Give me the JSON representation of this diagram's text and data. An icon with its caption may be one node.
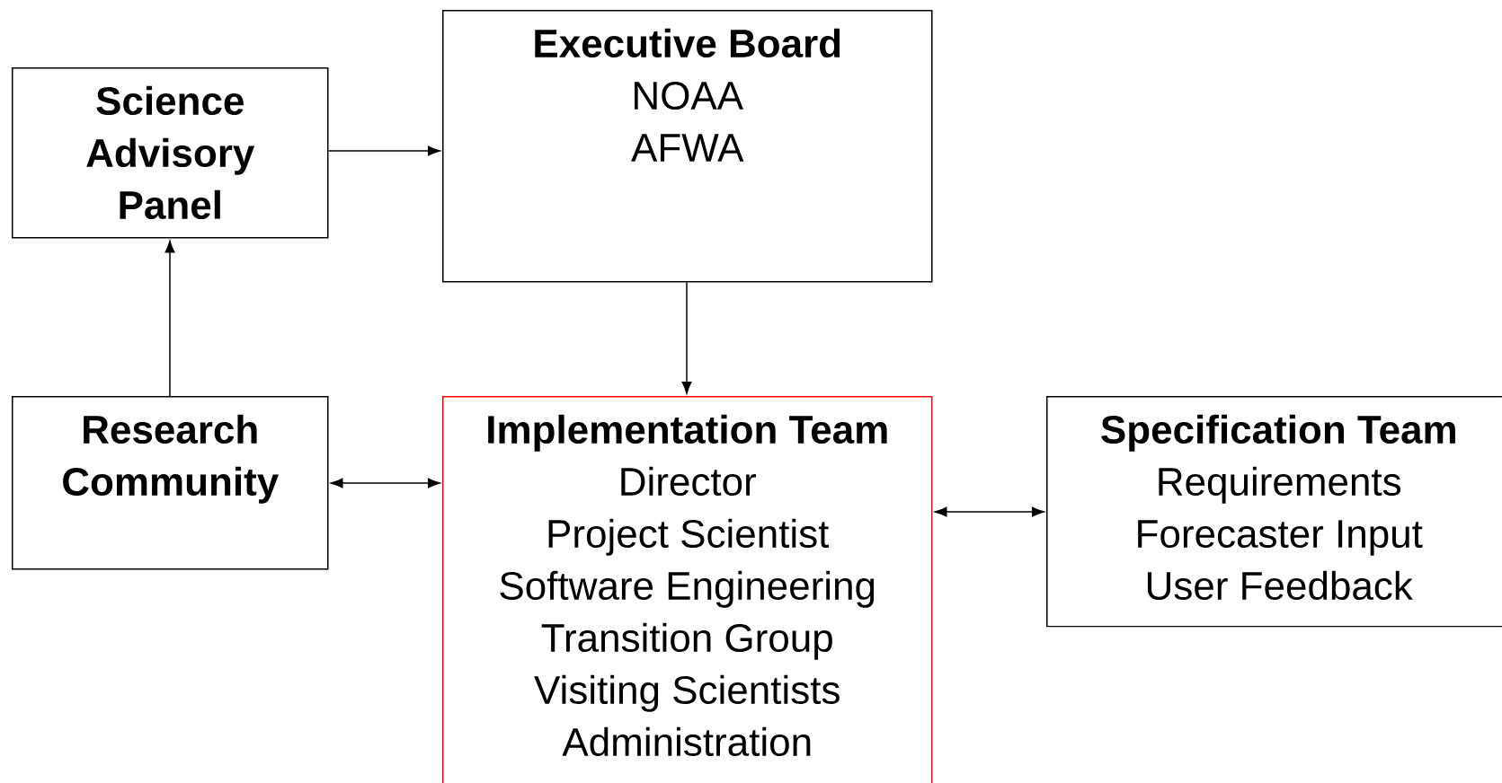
{
  "diagram": {
    "nodes": [
      {
        "text": [
          "Science Advisory Panel"
        ]
      },
      {
        "text": [
          "Executive Board",
          "NOAA",
          "AFWA"
        ]
      },
      {
        "text": [
          "Research Community"
        ]
      },
      {
        "text": [
          "Implementation Team",
          "Director",
          "Project Scientist",
          "Software Engineering",
          "Transition Group",
          "Visiting Scientists",
          "Administration"
        ]
      },
      {
        "text": [
          "Specification Team",
          "Requirements",
          "Forecaster Input",
          "User Feedback"
        ]
      }
    ],
    "edges": [
      {
        "from": 0,
        "to": 1,
        "arrow": "to"
      },
      {
        "from": 1,
        "to": 3,
        "arrow": "to"
      },
      {
        "from": 2,
        "to": 0,
        "arrow": "to"
      },
      {
        "from": 2,
        "to": 3,
        "arrow": "both"
      },
      {
        "from": 3,
        "to": 4,
        "arrow": "both"
      }
    ]
  }
}
